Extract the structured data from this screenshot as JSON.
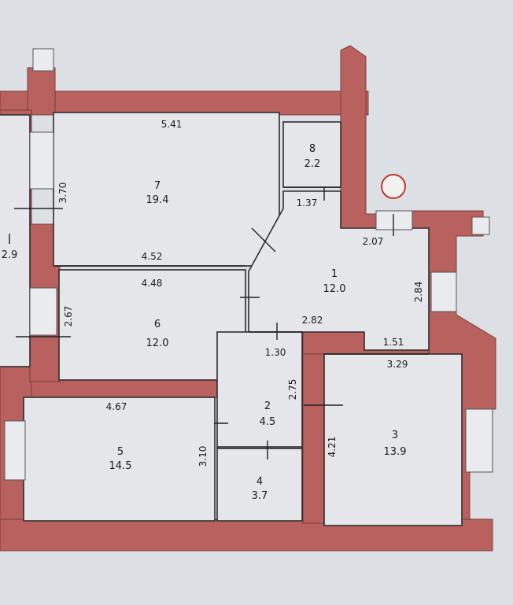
{
  "wall_color": "#b8615f",
  "background_color": "#dcdfe4",
  "rooms": [
    {
      "id": "1",
      "area": "12.0"
    },
    {
      "id": "2",
      "area": "4.5"
    },
    {
      "id": "3",
      "area": "13.9"
    },
    {
      "id": "4",
      "area": "3.7"
    },
    {
      "id": "5",
      "area": "14.5"
    },
    {
      "id": "6",
      "area": "12.0"
    },
    {
      "id": "7",
      "area": "19.4"
    },
    {
      "id": "8",
      "area": "2.2"
    },
    {
      "id": "",
      "area": "2.9"
    }
  ],
  "dimensions": {
    "d541": "5.41",
    "d370": "3.70",
    "d137": "1.37",
    "d207": "2.07",
    "d452": "4.52",
    "d448": "4.48",
    "d267": "2.67",
    "d284": "2.84",
    "d282": "2.82",
    "d130": "1.30",
    "d151": "1.51",
    "d329": "3.29",
    "d467": "4.67",
    "d275": "2.75",
    "d310": "3.10",
    "d421": "4.21"
  },
  "markers": [
    {
      "name": "survey-marker",
      "color": "#c0392b"
    }
  ]
}
